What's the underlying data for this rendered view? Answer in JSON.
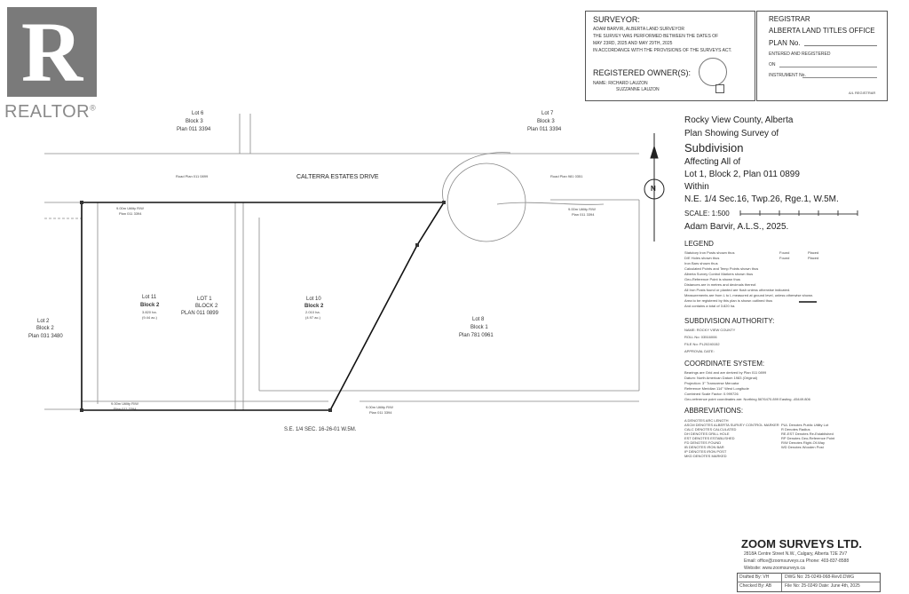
{
  "brand": {
    "name": "REALTOR",
    "mark": "®",
    "logo_letter": "R"
  },
  "surveyor": {
    "heading": "SURVEYOR:",
    "lines": [
      "ADAM BARVIR, ALBERTA LAND SURVEYOR",
      "THE SURVEY WAS PERFORMED BETWEEN THE DATES OF",
      "MAY 23RD, 2025 AND MAY 29TH, 2025",
      "IN ACCORDANCE WITH THE PROVISIONS OF THE SURVEYS ACT."
    ],
    "owners_heading": "REGISTERED OWNER(S):",
    "owners": [
      "NAME: RICHARD LAUZON",
      "SUZZANNE LAUZON"
    ]
  },
  "registrar": {
    "heading": "REGISTRAR",
    "office": "ALBERTA LAND TITLES OFFICE",
    "plan_no": "PLAN No.",
    "entered": "ENTERED AND REGISTERED",
    "on": "ON",
    "instrument": "INSTRUMENT No.",
    "footer": "A/L REGISTRAR"
  },
  "title_block": {
    "municipality": "Rocky View County, Alberta",
    "plan_showing": "Plan Showing Survey of",
    "type": "Subdivision",
    "affecting": "Affecting All of",
    "lot": "Lot 1, Block 2, Plan 011 0899",
    "within": "Within",
    "location": "N.E. 1/4 Sec.16, Twp.26, Rge.1, W.5M.",
    "scale": "SCALE: 1:500",
    "surveyor": "Adam Barvir, A.L.S., 2025.",
    "north": "N"
  },
  "legend": {
    "heading": "LEGEND",
    "lines": [
      "Statutory Iron Posts shown thus",
      "D/E Holes shown thus",
      "Iron Bars shown thus",
      "Calculated Points and Temp Points shown thus",
      "Alberta Survey Control Markers shown thus",
      "Geo-Reference Point is shown thus",
      "Distances are in metres and decimals thereof.",
      "All Iron Posts found or planted are flush unless otherwise indicated.",
      "Measurements are from L to L measured at ground level, unless otherwise shown.",
      "Area to be registered by this plan is shown outlined thus",
      "And contains a total of 3.820 ha."
    ],
    "found": "Found",
    "placed": "Placed"
  },
  "subdivision_authority": {
    "heading": "SUBDIVISION AUTHORITY:",
    "lines": [
      "NAME: ROCKY VIEW COUNTY",
      "ROLL No: 03516006",
      "FILE No: PL20240152",
      "APPROVAL DATE:"
    ]
  },
  "coordinate_system": {
    "heading": "COORDINATE SYSTEM:",
    "lines": [
      "Bearings are Grid and are derived by Plan 011 0899",
      "Datum: North American Datum 1983 (Original)",
      "Projection: 3° Transverse Mercator",
      "Reference Meridian 114° West Longitude",
      "Combined Scale Factor: 0.999726",
      "Geo-reference point coordinates are: Northing 5676470.899 Easting -45449.806"
    ]
  },
  "abbreviations": {
    "heading": "ABBREVIATIONS:",
    "left": [
      "A  DENOTES ARC LENGTH",
      "ASCM  DENOTES ALBERTA SURVEY CONTROL MARKER",
      "CALC  DENOTES CALCULATED",
      "DH  DENOTES DRILL HOLE",
      "EST  DENOTES ESTABLISHED",
      "FD  DENOTES FOUND",
      "IB  DENOTES IRON BAR",
      "IP  DENOTES IRON POST",
      "MKD  DENOTES MARKED"
    ],
    "right": [
      "PUL  Denotes Public Utility Lot",
      "R  Denotes Radius",
      "RE-EST  Denotes Re-Established",
      "RP  Denotes Geo-Reference Point",
      "R/W  Denotes Right-Of-Way",
      "WD  Denotes Wooden Post"
    ]
  },
  "firm": {
    "name": "ZOOM SURVEYS LTD.",
    "address": "2818A Centre Street N.W., Calgary, Alberta T2E 2V7",
    "contact": "Email: office@zoomsurveys.ca    Phone: 403-837-8588",
    "website": "Website: www.zoomsurveys.ca",
    "drafted": "Drafted By: VH",
    "checked": "Checked By: AB",
    "dwg": "DWG No: 25-0249-068-Rev0.DWG",
    "file": "File No: 25-0249   Date: June 4th, 2025"
  },
  "plan": {
    "road": "CALTERRA ESTATES DRIVE",
    "road_plan_left": "Road Plan 011 0899",
    "road_plan_right": "Road Plan 981 0351",
    "lot6": [
      "Lot 6",
      "Block 3",
      "Plan 011 3394"
    ],
    "lot7": [
      "Lot 7",
      "Block 3",
      "Plan 011 3394"
    ],
    "lot2": [
      "Lot 2",
      "Block 2",
      "Plan 031 3480"
    ],
    "lot11": [
      "Lot 11",
      "Block 2",
      "3.820 ha.",
      "(9.44 ac.)"
    ],
    "lot1": [
      "LOT 1",
      "BLOCK 2",
      "PLAN 011 0899"
    ],
    "lot10": [
      "Lot 10",
      "Block 2",
      "2.010 ha.",
      "(4.97 ac.)"
    ],
    "lot8": [
      "Lot 8",
      "Block 1",
      "Plan 781 0961"
    ],
    "se_label": "S.E. 1/4 SEC. 16-26-01 W.5M.",
    "utility_row": "9.00m Utility R/W",
    "utility_plan": "Plan 011 3394"
  }
}
